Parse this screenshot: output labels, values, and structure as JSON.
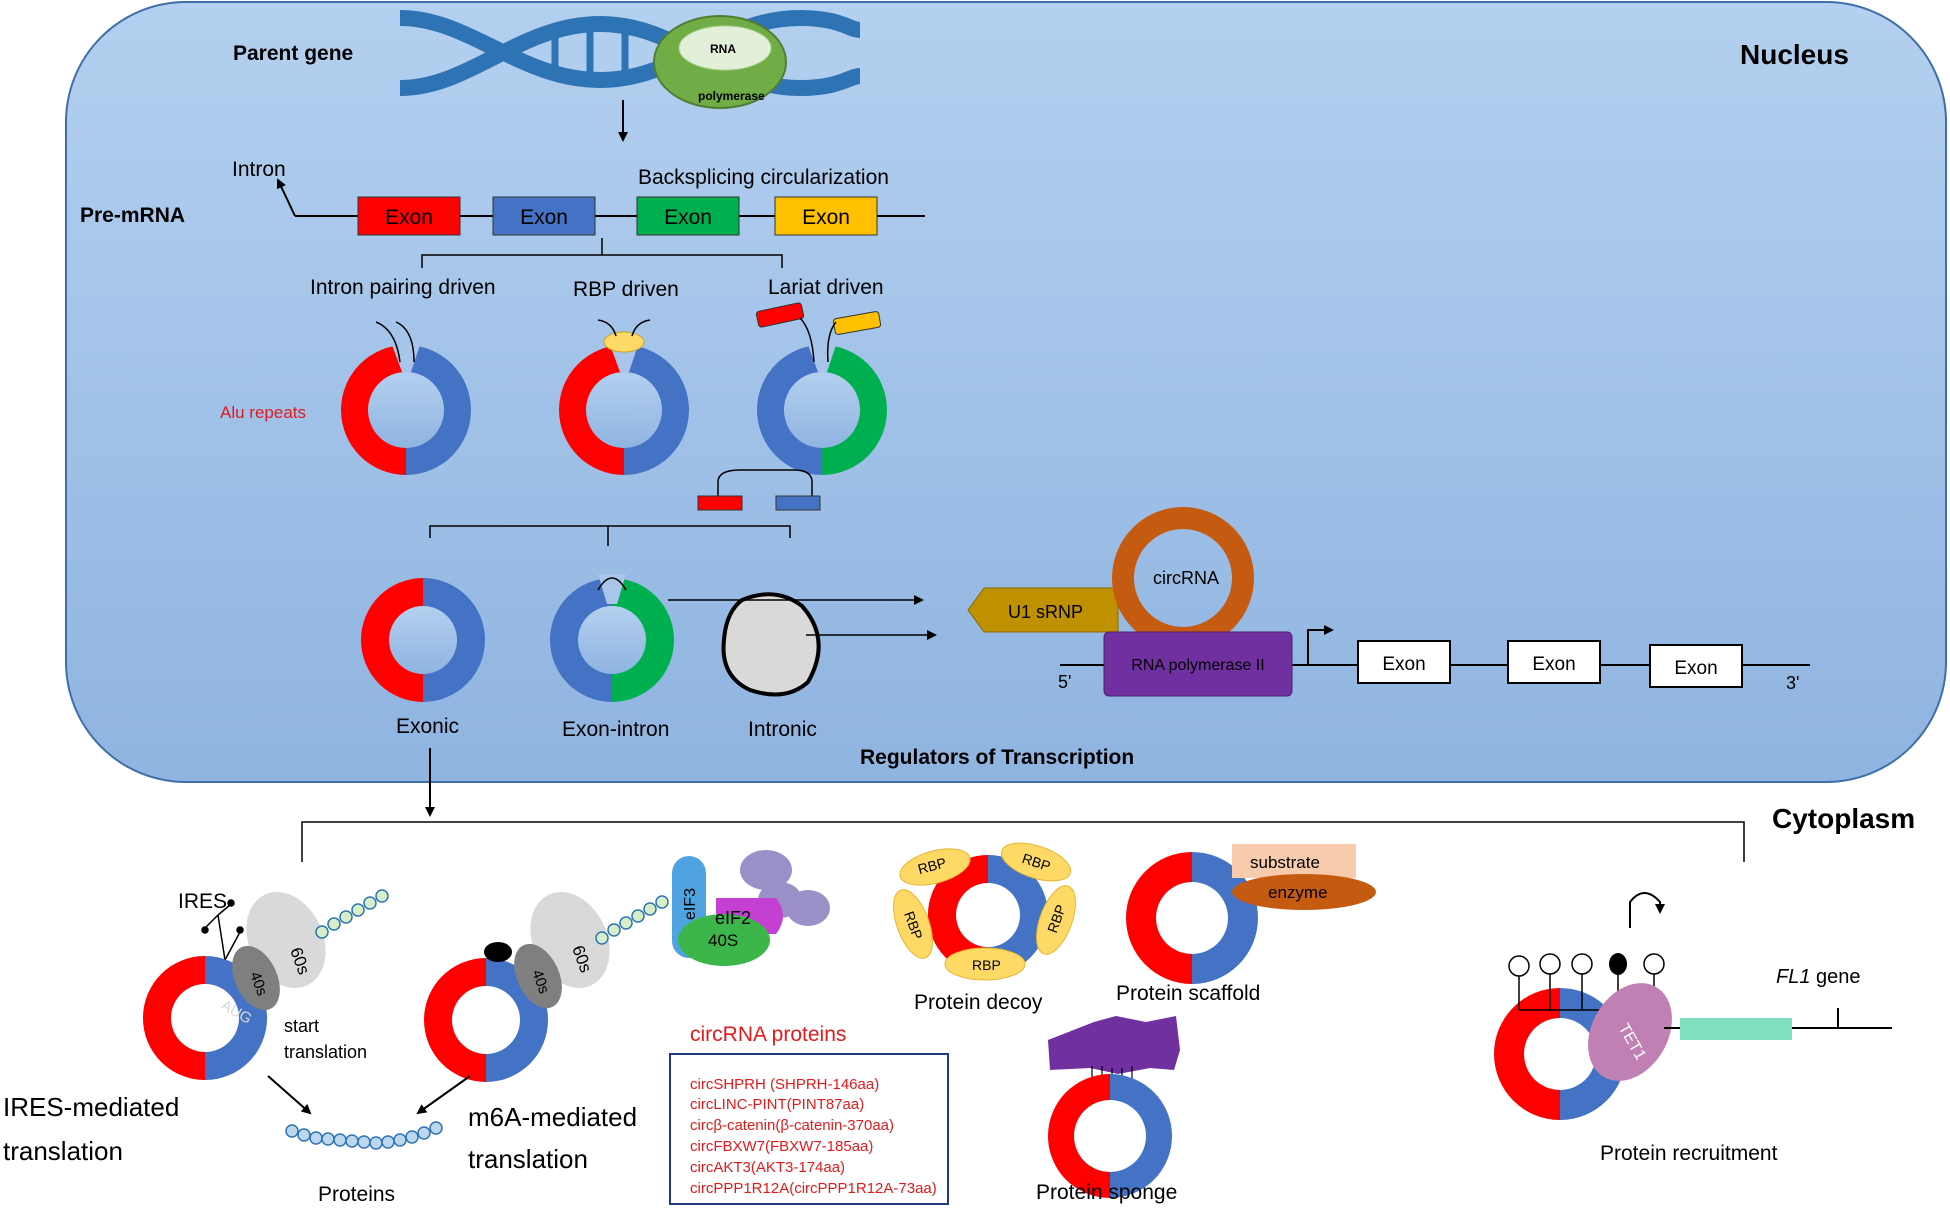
{
  "nucleus": {
    "title": "Nucleus",
    "parent_gene": "Parent gene",
    "rna_polymerase_top": "RNA",
    "rna_polymerase_bottom": "polymerase",
    "pre_mrna": "Pre-mRNA",
    "intron": "Intron",
    "backsplicing": "Backsplicing circularization",
    "exon_labels": [
      "Exon",
      "Exon",
      "Exon",
      "Exon"
    ],
    "mechanisms": [
      "Intron pairing driven",
      "RBP driven",
      "Lariat driven"
    ],
    "alu_repeats": "Alu repeats",
    "circ_types": [
      "Exonic",
      "Exon-intron",
      "Intronic"
    ],
    "regulators": "Regulators of Transcription",
    "u1_snrnp": "U1 sRNP",
    "circrna": "circRNA",
    "rna_pol_ii": "RNA polymerase II",
    "five_prime": "5'",
    "three_prime": "3'",
    "gene_exons": [
      "Exon",
      "Exon",
      "Exon"
    ]
  },
  "cytoplasm": {
    "title": "Cytoplasm",
    "ires": "IRES",
    "aug": "AUG",
    "sixty_s": "60s",
    "forty_s": "40s",
    "start_translation_1": "start",
    "start_translation_2": "translation",
    "ires_mediated_1": "IRES-mediated",
    "ires_mediated_2": "translation",
    "m6a_mediated_1": "m6A-mediated",
    "m6a_mediated_2": "translation",
    "proteins": "Proteins",
    "eif3": "eIF3",
    "eif2": "eIF2",
    "forty_S_complex": "40S",
    "circrna_proteins_title": "circRNA proteins",
    "circrna_proteins": [
      "circSHPRH (SHPRH-146aa)",
      "circLINC-PINT(PINT87aa)",
      "circβ-catenin(β-catenin-370aa)",
      "circFBXW7(FBXW7-185aa)",
      "circAKT3(AKT3-174aa)",
      "circPPP1R12A(circPPP1R12A-73aa)"
    ],
    "rbp": "RBP",
    "protein_decoy": "Protein decoy",
    "substrate": "substrate",
    "enzyme": "enzyme",
    "protein_scaffold": "Protein scaffold",
    "protein_sponge": "Protein sponge",
    "tet1": "TET1",
    "fl1_gene_italic": "FL1",
    "fl1_gene_rest": " gene",
    "protein_recruitment": "Protein recruitment"
  },
  "colors": {
    "nucleus_fill": "#9dbfe6",
    "exon_red": "#ff0000",
    "exon_blue": "#4472c4",
    "exon_green": "#00b050",
    "exon_yellow": "#ffc000",
    "label_red": "#e31a1c"
  }
}
